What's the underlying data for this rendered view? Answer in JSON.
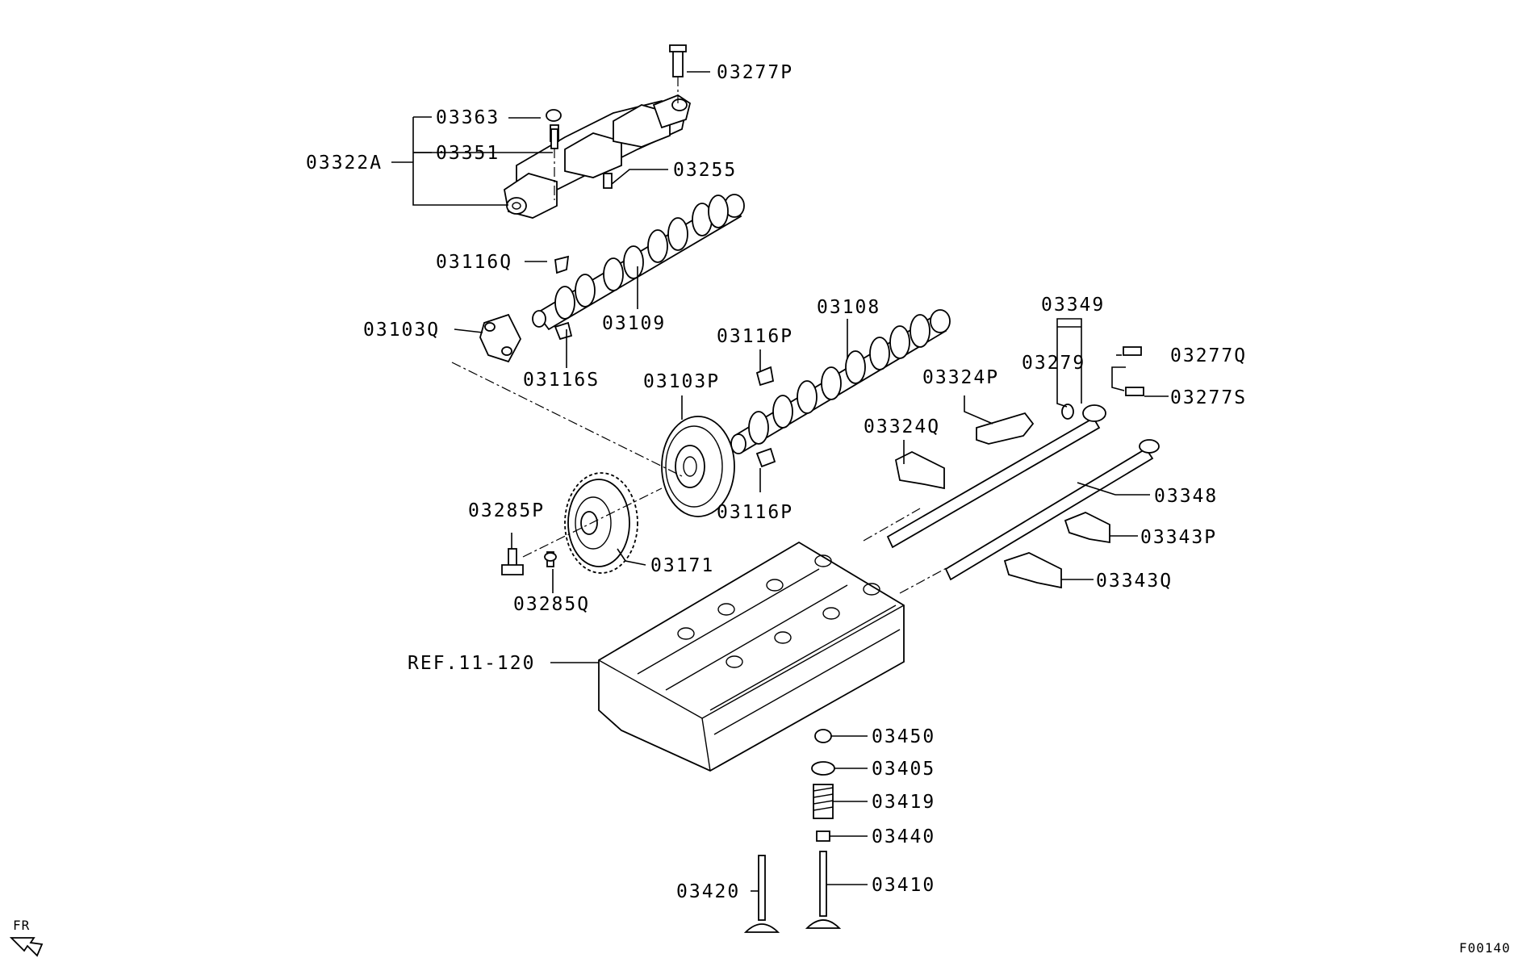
{
  "labels": {
    "p03277P": "03277P",
    "p03363": "03363",
    "p03351": "03351",
    "p03322A": "03322A",
    "p03255": "03255",
    "p03116Q": "03116Q",
    "p03109": "03109",
    "p03103Q": "03103Q",
    "p03116S": "03116S",
    "p03108": "03108",
    "p03116P_top": "03116P",
    "p03103P": "03103P",
    "p03116P_bottom": "03116P",
    "p03349": "03349",
    "p03279": "03279",
    "p03277Q": "03277Q",
    "p03277S": "03277S",
    "p03324P": "03324P",
    "p03324Q": "03324Q",
    "p03348": "03348",
    "p03343P": "03343P",
    "p03343Q": "03343Q",
    "p03285P": "03285P",
    "p03285Q": "03285Q",
    "p03171": "03171",
    "ref": "REF.11-120",
    "p03450": "03450",
    "p03405": "03405",
    "p03419": "03419",
    "p03440": "03440",
    "p03420": "03420",
    "p03410": "03410"
  },
  "orientation": {
    "label": "FR"
  },
  "figure_id": "F00140"
}
